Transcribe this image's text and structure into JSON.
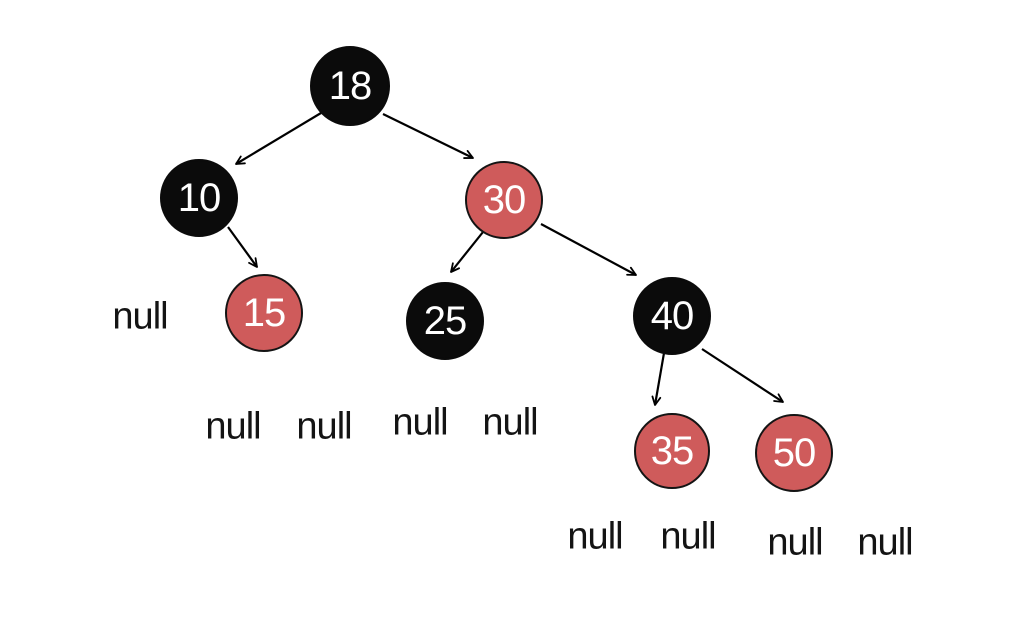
{
  "diagram": {
    "title": "red-black-tree",
    "null_label": "null",
    "colors": {
      "black_node_fill": "#0b0b0b",
      "red_node_fill": "#cf5b5b",
      "node_outline": "#141414",
      "node_text": "#ffffff",
      "edge": "#000000",
      "null_text": "#141414",
      "background": "#ffffff"
    },
    "nodes": [
      {
        "id": "18",
        "value": "18",
        "color": "black",
        "role": "root"
      },
      {
        "id": "10",
        "value": "10",
        "color": "black",
        "parent": "18",
        "side": "left"
      },
      {
        "id": "30",
        "value": "30",
        "color": "red",
        "parent": "18",
        "side": "right"
      },
      {
        "id": "15",
        "value": "15",
        "color": "red",
        "parent": "10",
        "side": "right"
      },
      {
        "id": "25",
        "value": "25",
        "color": "black",
        "parent": "30",
        "side": "left"
      },
      {
        "id": "40",
        "value": "40",
        "color": "black",
        "parent": "30",
        "side": "right"
      },
      {
        "id": "35",
        "value": "35",
        "color": "red",
        "parent": "40",
        "side": "left"
      },
      {
        "id": "50",
        "value": "50",
        "color": "red",
        "parent": "40",
        "side": "right"
      }
    ],
    "edges": [
      {
        "from": "18",
        "to": "10"
      },
      {
        "from": "18",
        "to": "30"
      },
      {
        "from": "10",
        "to": "15"
      },
      {
        "from": "30",
        "to": "25"
      },
      {
        "from": "30",
        "to": "40"
      },
      {
        "from": "40",
        "to": "35"
      },
      {
        "from": "40",
        "to": "50"
      }
    ],
    "null_leaves": [
      {
        "parent": "10",
        "side": "left"
      },
      {
        "parent": "15",
        "side": "left"
      },
      {
        "parent": "15",
        "side": "right"
      },
      {
        "parent": "25",
        "side": "left"
      },
      {
        "parent": "25",
        "side": "right"
      },
      {
        "parent": "35",
        "side": "left"
      },
      {
        "parent": "35",
        "side": "right"
      },
      {
        "parent": "50",
        "side": "left"
      },
      {
        "parent": "50",
        "side": "right"
      }
    ]
  }
}
